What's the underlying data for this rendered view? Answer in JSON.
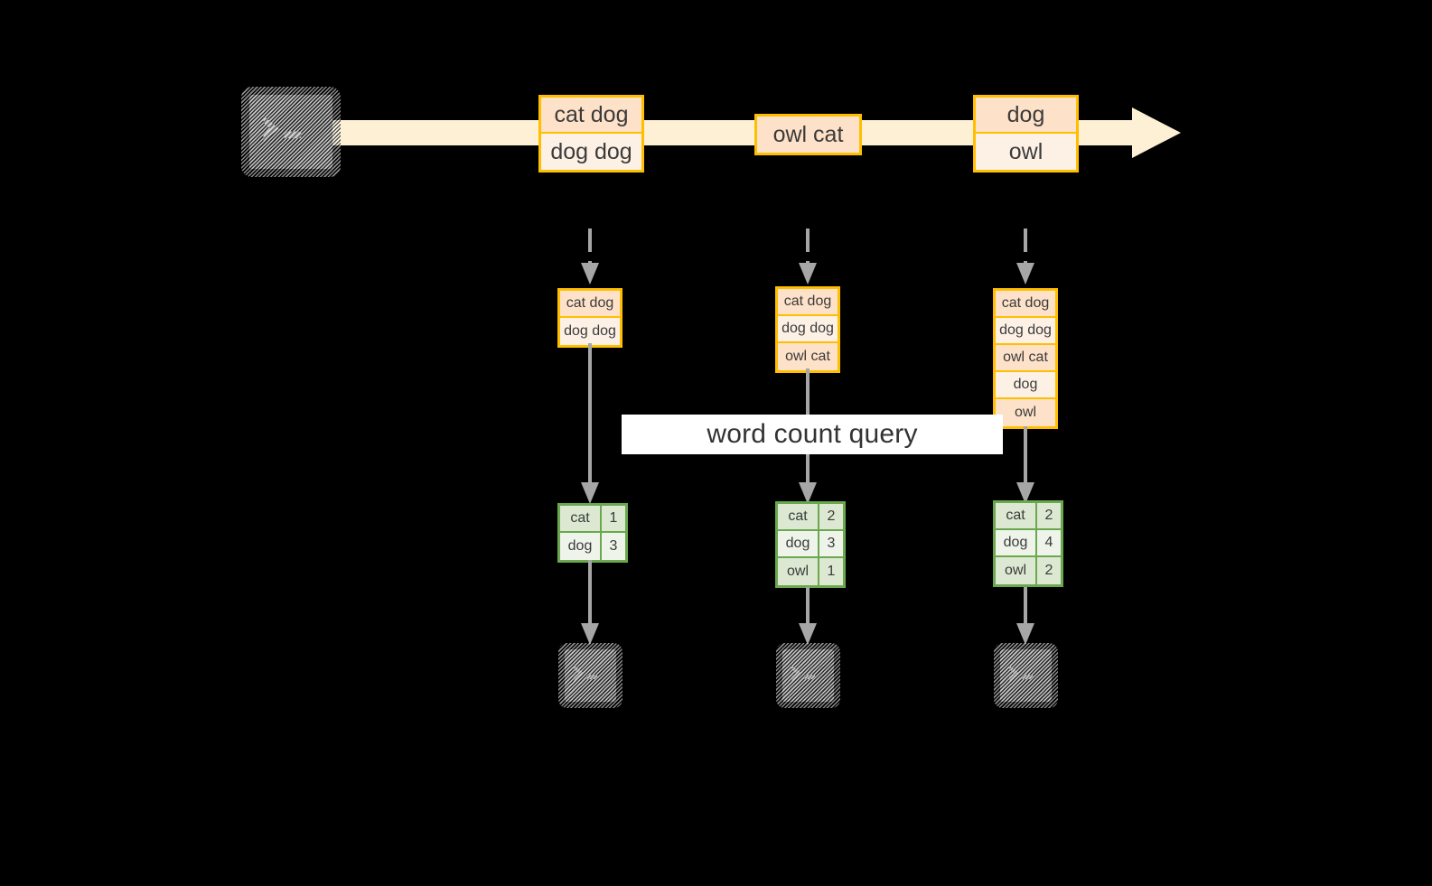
{
  "diagram": {
    "title": "word count query",
    "colors": {
      "background": "#000000",
      "stream_fill": "#fdf0d5",
      "message_border": "#ffbf00",
      "message_fill_peach": "#fde1c8",
      "message_fill_cream": "#fdf1e6",
      "table_border": "#6aa84f",
      "table_fill_shade": "#dce8d2",
      "table_fill_plain": "#eef4ea",
      "arrow_gray": "#a6a6a6",
      "terminal_gray": "#808080",
      "label_background": "#ffffff",
      "text": "#3b3b3b"
    },
    "source": {
      "icon": "terminal-icon",
      "prompt": ">_"
    },
    "stream": {
      "direction": "left-to-right",
      "batches": [
        {
          "id": "batch-1",
          "lines": [
            {
              "text": "cat dog",
              "fill": "peach"
            },
            {
              "text": "dog dog",
              "fill": "cream"
            }
          ]
        },
        {
          "id": "batch-2",
          "lines": [
            {
              "text": "owl cat",
              "fill": "peach"
            }
          ]
        },
        {
          "id": "batch-3",
          "lines": [
            {
              "text": "dog",
              "fill": "peach"
            },
            {
              "text": "owl",
              "fill": "cream"
            }
          ]
        }
      ]
    },
    "columns": [
      {
        "id": "column-1",
        "accumulated": [
          {
            "text": "cat dog",
            "fill": "peach"
          },
          {
            "text": "dog dog",
            "fill": "cream"
          }
        ],
        "result": {
          "rows": [
            {
              "key": "cat",
              "value": "1",
              "fill": "shade"
            },
            {
              "key": "dog",
              "value": "3",
              "fill": "plain"
            }
          ]
        },
        "sink": {
          "icon": "terminal-icon",
          "prompt": ">_"
        }
      },
      {
        "id": "column-2",
        "accumulated": [
          {
            "text": "cat dog",
            "fill": "peach"
          },
          {
            "text": "dog dog",
            "fill": "cream"
          },
          {
            "text": "owl cat",
            "fill": "peach"
          }
        ],
        "result": {
          "rows": [
            {
              "key": "cat",
              "value": "2",
              "fill": "shade"
            },
            {
              "key": "dog",
              "value": "3",
              "fill": "plain"
            },
            {
              "key": "owl",
              "value": "1",
              "fill": "shade"
            }
          ]
        },
        "sink": {
          "icon": "terminal-icon",
          "prompt": ">_"
        }
      },
      {
        "id": "column-3",
        "accumulated": [
          {
            "text": "cat dog",
            "fill": "peach"
          },
          {
            "text": "dog dog",
            "fill": "cream"
          },
          {
            "text": "owl cat",
            "fill": "peach"
          },
          {
            "text": "dog",
            "fill": "cream"
          },
          {
            "text": "owl",
            "fill": "peach"
          }
        ],
        "result": {
          "rows": [
            {
              "key": "cat",
              "value": "2",
              "fill": "shade"
            },
            {
              "key": "dog",
              "value": "4",
              "fill": "plain"
            },
            {
              "key": "owl",
              "value": "2",
              "fill": "shade"
            }
          ]
        },
        "sink": {
          "icon": "terminal-icon",
          "prompt": ">_"
        }
      }
    ]
  }
}
